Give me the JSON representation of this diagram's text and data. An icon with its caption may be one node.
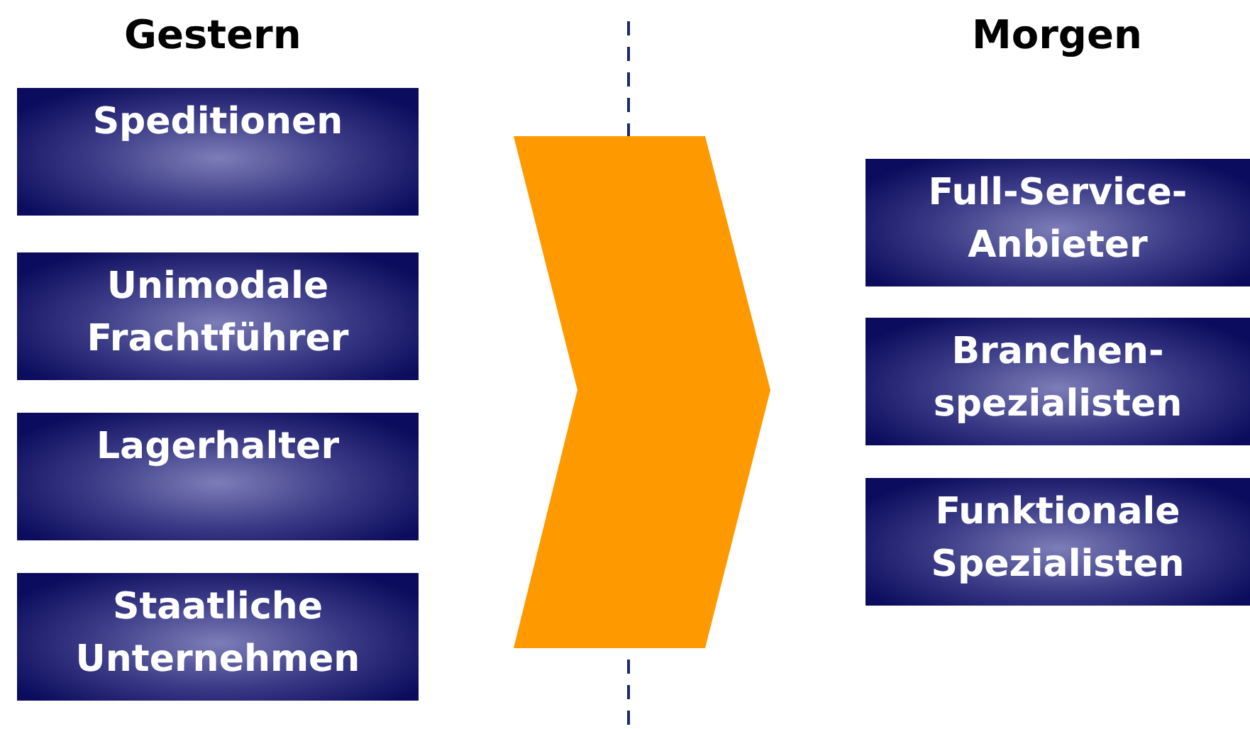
{
  "diagram": {
    "nodes": [
      {
        "text": [
          "Speditionen"
        ]
      },
      {
        "text": [
          "Unimodale Frachtführer"
        ]
      },
      {
        "text": [
          "Lagerhalter"
        ]
      },
      {
        "text": [
          "Staatliche Unternehmen"
        ]
      },
      {
        "text": [
          "Full-Service-Anbieter"
        ]
      },
      {
        "text": [
          "Branchen-spezialisten"
        ]
      },
      {
        "text": [
          "Funktionale Spezialisten"
        ]
      }
    ],
    "labels": [
      "Gestern",
      "Morgen"
    ]
  }
}
